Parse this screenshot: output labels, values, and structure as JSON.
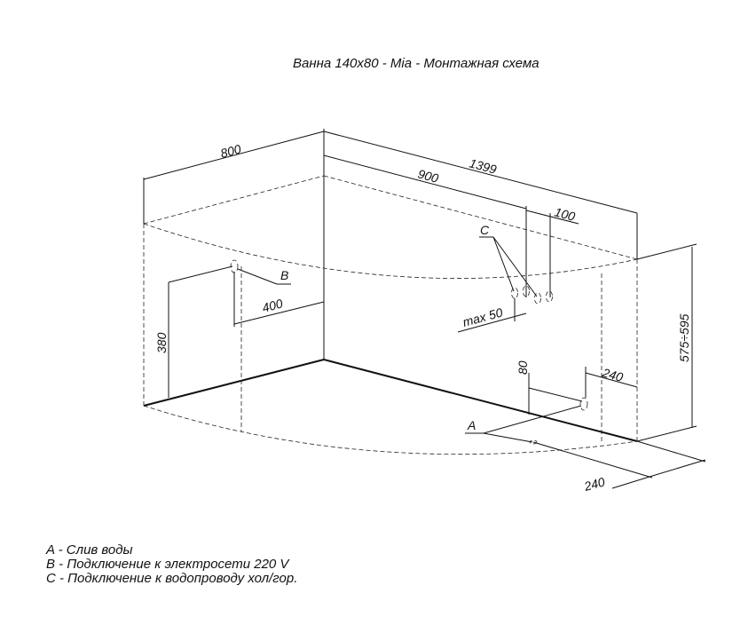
{
  "title": "Ванна 140x80 - Mia - Монтажная схема",
  "dimensions": {
    "d800": "800",
    "d1399": "1399",
    "d900": "900",
    "d100": "100",
    "d400": "400",
    "d380": "380",
    "max50": "max 50",
    "d80": "80",
    "d240_right": "240",
    "d240_bottom": "240",
    "height": "575÷595"
  },
  "labels": {
    "a": "A",
    "b": "B",
    "c": "C"
  },
  "legend": [
    "A - Слив воды",
    "B - Подключение к электросети 220 V",
    "C - Подключение к водопроводу хол/гор."
  ]
}
